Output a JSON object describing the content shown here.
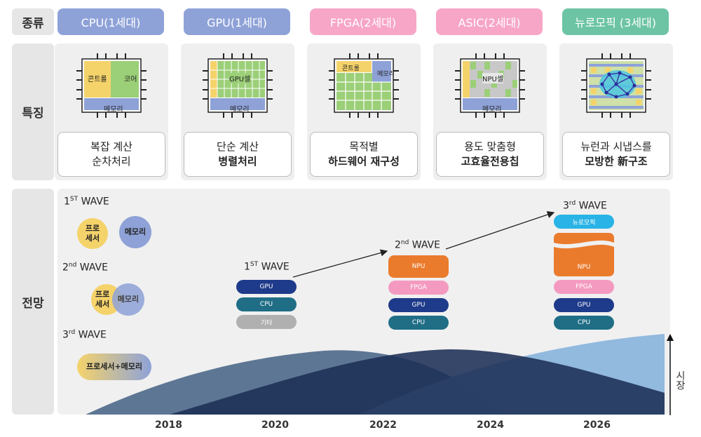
{
  "rows": {
    "type": "종류",
    "feature": "특징",
    "outlook": "전망"
  },
  "tabs": [
    {
      "label": "CPU(1세대)",
      "color": "#8ea2d8"
    },
    {
      "label": "GPU(1세대)",
      "color": "#8ea2d8"
    },
    {
      "label": "FPGA(2세대)",
      "color": "#f7a6c8"
    },
    {
      "label": "ASIC(2세대)",
      "color": "#f7a6c8"
    },
    {
      "label": "뉴로모픽 (3세대)",
      "color": "#6cc4a4"
    }
  ],
  "chips": {
    "cpu": {
      "control": "콘트롤",
      "core": "코어",
      "memory": "메모리"
    },
    "gpu": {
      "cell": "GPU셀",
      "memory": "메모리"
    },
    "fpga": {
      "control": "콘트롤",
      "memory": "메모리"
    },
    "asic": {
      "cell": "NPU셀",
      "memory": "메모리"
    }
  },
  "descs": [
    {
      "line1": "복잡 계산",
      "line2": "순차처리"
    },
    {
      "line1": "단순 계산",
      "line2": "병렬처리"
    },
    {
      "line1": "목적별",
      "line2": "하드웨어 재구성"
    },
    {
      "line1": "용도 맞춤형",
      "line2": "고효율전용칩"
    },
    {
      "line1": "뉴런과 시냅스를",
      "line2": "모방한 新구조"
    }
  ],
  "legend": {
    "w1": {
      "label": "WAVE",
      "ord": "1",
      "sup": "ST",
      "proc": "프로\n세서",
      "mem": "메모리"
    },
    "w2": {
      "label": "WAVE",
      "ord": "2",
      "sup": "nd",
      "proc": "프로\n세서",
      "mem": "메모리"
    },
    "w3": {
      "label": "WAVE",
      "ord": "3",
      "sup": "rd",
      "merged": "프로세서+메모리"
    }
  },
  "timeline": {
    "wave1": {
      "ord": "1",
      "sup": "ST",
      "label": "WAVE",
      "pills": [
        "GPU",
        "CPU",
        "기타"
      ]
    },
    "wave2": {
      "ord": "2",
      "sup": "nd",
      "label": "WAVE",
      "pills": [
        "NPU",
        "FPGA",
        "GPU",
        "CPU"
      ]
    },
    "wave3": {
      "ord": "3",
      "sup": "rd",
      "label": "WAVE",
      "pills": [
        "뉴로모픽",
        "NPU",
        "FPGA",
        "GPU",
        "CPU"
      ]
    },
    "years": [
      "2018",
      "2020",
      "2022",
      "2024",
      "2026"
    ],
    "market": "시장"
  }
}
